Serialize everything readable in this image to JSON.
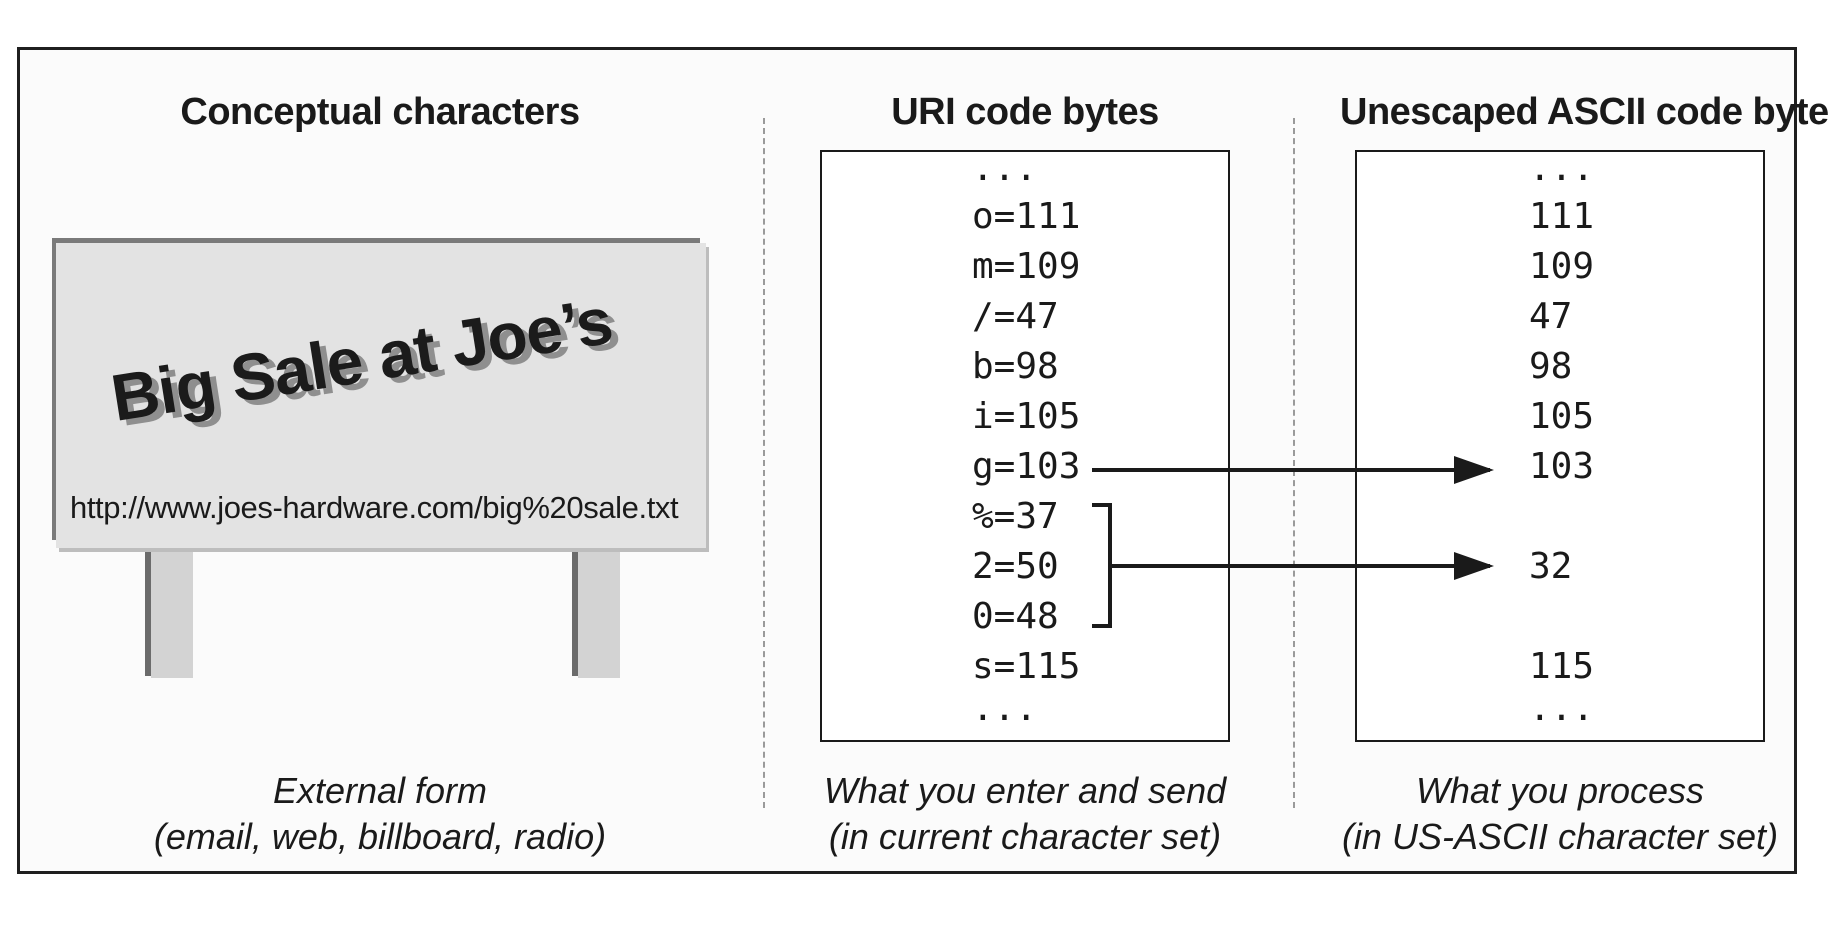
{
  "columns": {
    "conceptual": {
      "title": "Conceptual characters",
      "caption": [
        "External form",
        "(email, web, billboard, radio)"
      ]
    },
    "uri_bytes": {
      "title": "URI code bytes",
      "caption": [
        "What you enter and send",
        "(in current character set)"
      ],
      "lines": [
        "...",
        "o=111",
        "m=109",
        "/=47",
        "b=98",
        "i=105",
        "g=103",
        "%=37",
        "2=50",
        "0=48",
        "s=115",
        "..."
      ]
    },
    "ascii_bytes": {
      "title": "Unescaped ASCII code byte",
      "caption": [
        "What you process",
        "(in US-ASCII character set)"
      ],
      "lines": [
        "...",
        "111",
        "109",
        "47",
        "98",
        "105",
        "103",
        "",
        "32",
        "",
        "115",
        "..."
      ]
    }
  },
  "billboard": {
    "headline": "Big Sale at Joe’s",
    "url": "http://www.joes-hardware.com/big%20sale.txt"
  }
}
